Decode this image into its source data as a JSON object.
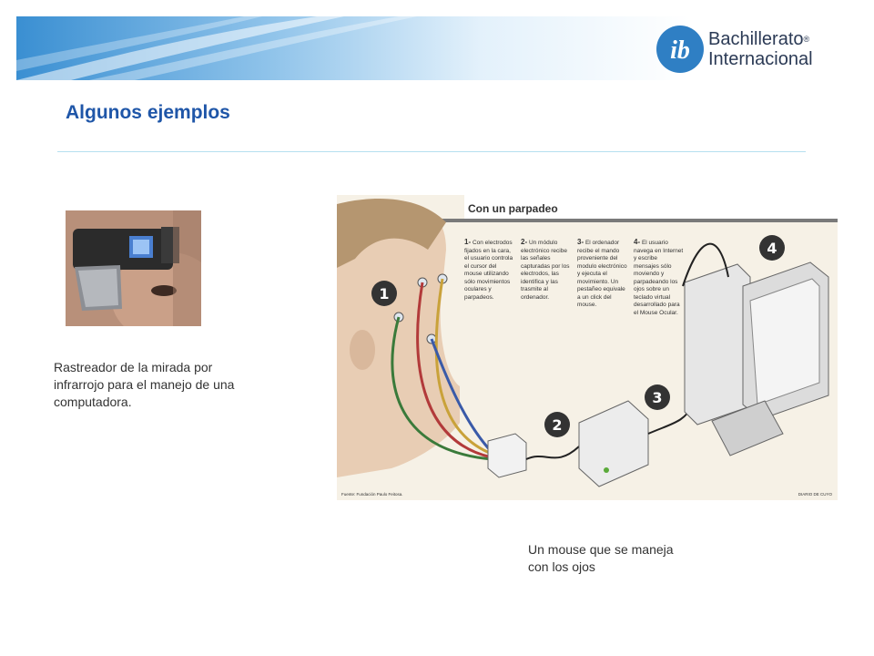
{
  "header": {
    "logo_mark": "ib",
    "logo_line1": "Bachillerato",
    "logo_reg": "®",
    "logo_line2": "Internacional"
  },
  "slide": {
    "title": "Algunos ejemplos"
  },
  "example1": {
    "caption": "Rastreador de la mirada por infrarrojo para el manejo de una computadora."
  },
  "example2": {
    "infographic": {
      "title": "Con un parpadeo",
      "steps": [
        {
          "number": "1-",
          "text": "Con electrodos fijados en la cara, el usuario controla el cursor del mouse utilizando sólo movimientos oculares y parpadeos."
        },
        {
          "number": "2-",
          "text": "Un módulo electrónico recibe las señales capturadas por los electrodos, las identifica y las trasmite al ordenador."
        },
        {
          "number": "3-",
          "text": "El ordenador recibe el mando proveniente del modulo electrónico y ejecuta el movimiento. Un pestañeo equivale a un click del mouse."
        },
        {
          "number": "4-",
          "text": "El usuario navega en Internet y escribe mensajes sólo moviendo y parpadeando los ojos sobre un teclado virtual desarrollado para el Mouse Ocular."
        }
      ],
      "markers": [
        "1",
        "2",
        "3",
        "4"
      ],
      "source": "Fuente: Fundación Paulo Feitosa.",
      "credit": "DIARIO DE CUYO"
    },
    "caption": "Un mouse que se maneja con los ojos"
  },
  "colors": {
    "title": "#1f56a8",
    "rule": "#b6e0ef",
    "banner_start": "#3a8fd2",
    "logo_blue": "#2f7fc4"
  }
}
